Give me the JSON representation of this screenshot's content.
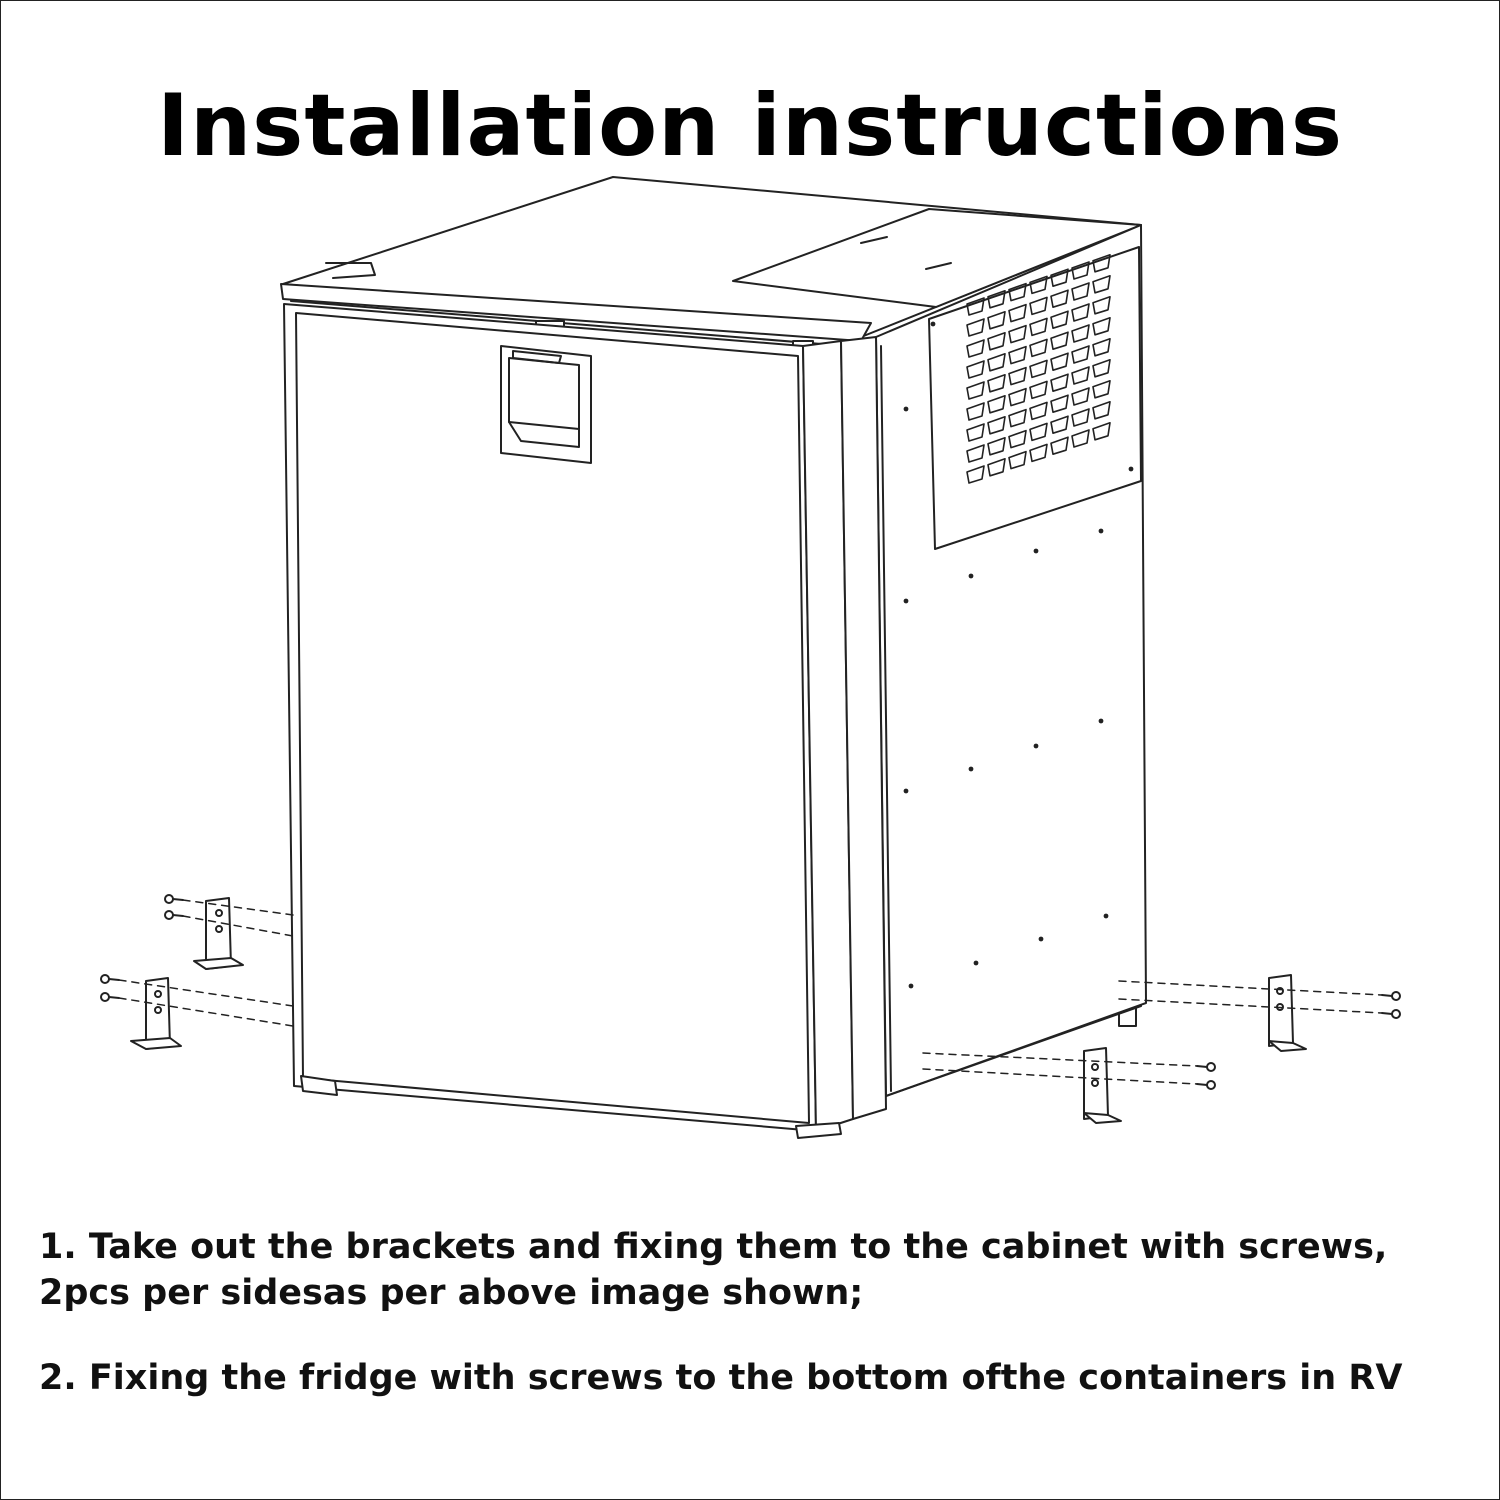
{
  "title": "Installation instructions",
  "steps": [
    "1. Take out the brackets and fixing them to the cabinet with screws, 2pcs per sidesas per above image shown;",
    "2. Fixing the fridge with screws to the bottom ofthe containers in RV"
  ],
  "colors": {
    "ink": "#222222",
    "background": "#ffffff"
  },
  "icons": [
    "fridge-illustration",
    "vent-grille-icon",
    "door-handle-icon",
    "bracket-icon",
    "screw-icon"
  ]
}
